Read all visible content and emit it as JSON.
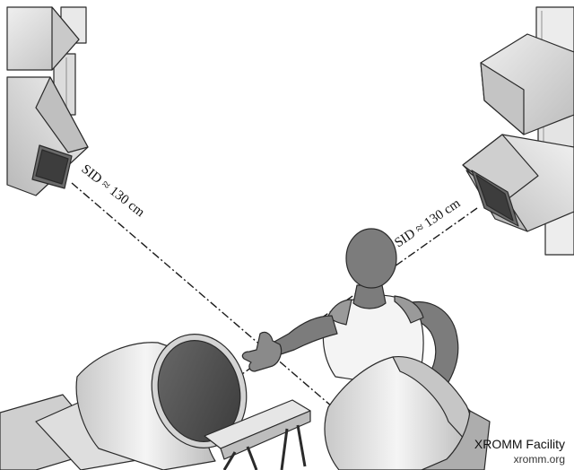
{
  "labels": {
    "left_distance": "SID ≈ 130 cm",
    "right_distance": "SID ≈ 130 cm"
  },
  "credit": {
    "title": "XROMM Facility",
    "url": "xromm.org"
  },
  "colors": {
    "light_gray": "#d9d9d9",
    "mid_gray": "#b5b5b5",
    "dark_gray": "#6e6e6e",
    "detector_face": "#3d3d3d",
    "skin": "#7c7c7c",
    "shirt": "#f4f4f4",
    "outline": "#2a2a2a"
  }
}
